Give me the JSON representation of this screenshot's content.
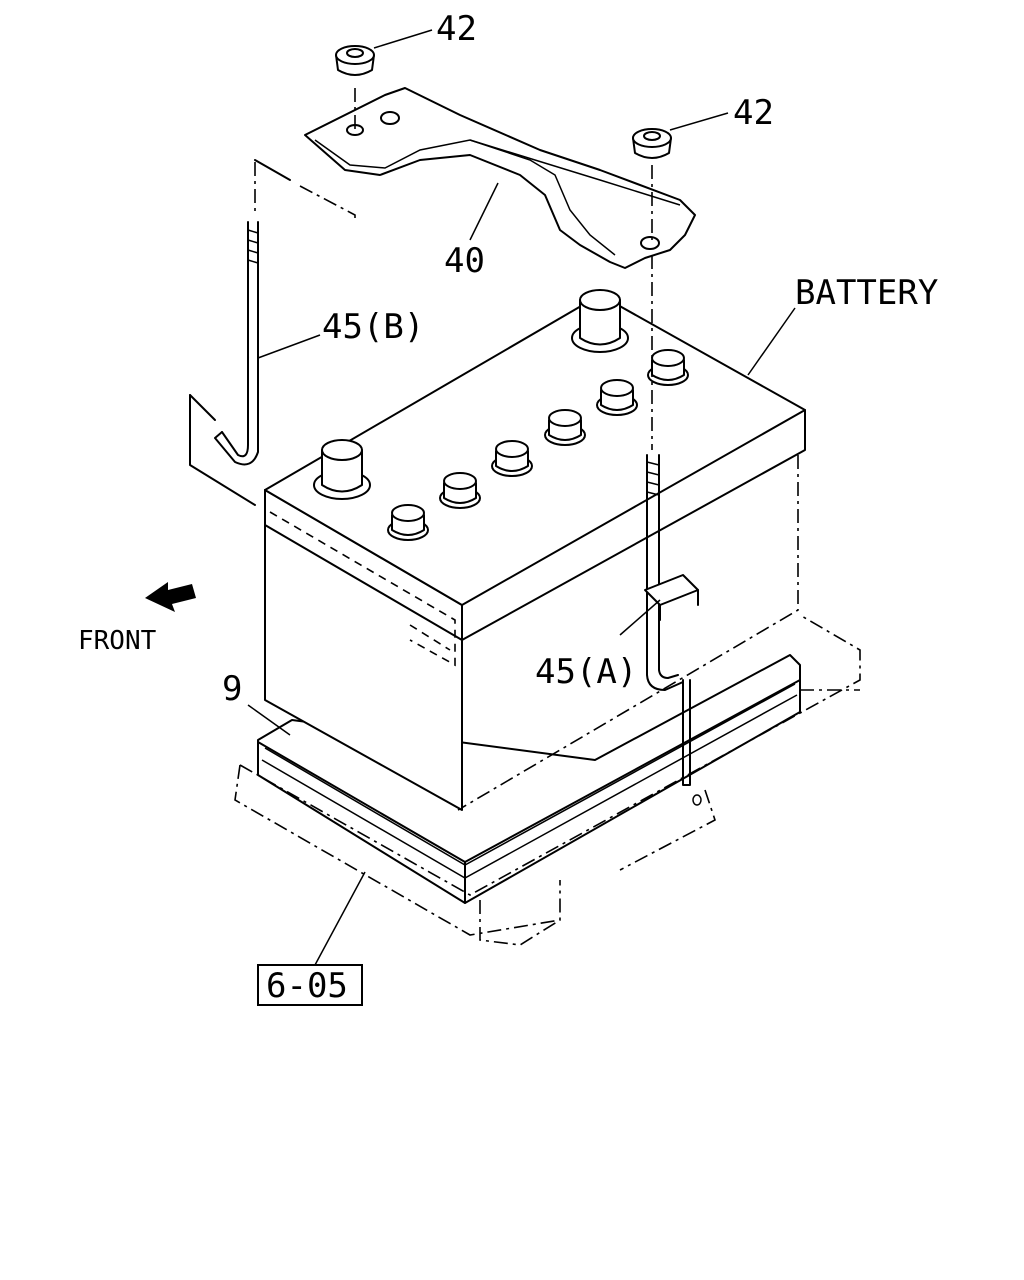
{
  "labels": {
    "nut_a": "42",
    "nut_b": "42",
    "bracket": "40",
    "rod_b": "45(B)",
    "rod_a": "45(A)",
    "battery": "BATTERY",
    "tray": "9",
    "front": "FRONT",
    "ref_box": "6-05"
  }
}
